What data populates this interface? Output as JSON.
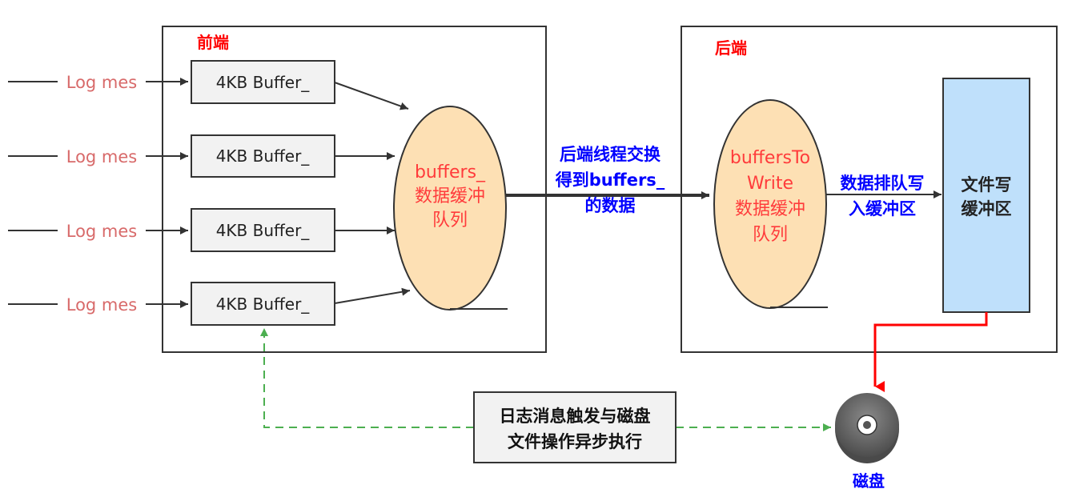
{
  "frontend": {
    "title": "前端",
    "inputs": [
      "Log mes",
      "Log mes",
      "Log mes",
      "Log mes"
    ],
    "buffers": [
      "4KB Buffer_",
      "4KB Buffer_",
      "4KB Buffer_",
      "4KB Buffer_"
    ],
    "queue_lines": [
      "buffers_",
      "数据缓冲",
      "队列"
    ]
  },
  "swap_label_lines": [
    "后端线程交换",
    "得到buffers_",
    "的数据"
  ],
  "backend": {
    "title": "后端",
    "queue_lines": [
      "buffersTo",
      "Write",
      "数据缓冲",
      "队列"
    ],
    "enqueue_label_lines": [
      "数据排队写",
      "入缓冲区"
    ],
    "file_buffer_lines": [
      "文件写",
      "缓冲区"
    ]
  },
  "trigger_lines": [
    "日志消息触发与磁盘",
    "文件操作异步执行"
  ],
  "disk_label": "磁盘",
  "colors": {
    "title_red": "#ff0000",
    "log_text": "#d86a6a",
    "queue_text": "#ff3b3b",
    "queue_fill": "#fde0b4",
    "blue_label": "#0000ff",
    "file_fill": "#bfe0fb",
    "flush_arrow": "#ff0000",
    "async_dashed": "#4caf50",
    "buffer_fill": "#f2f2f2",
    "disk_fill": "#666666"
  }
}
